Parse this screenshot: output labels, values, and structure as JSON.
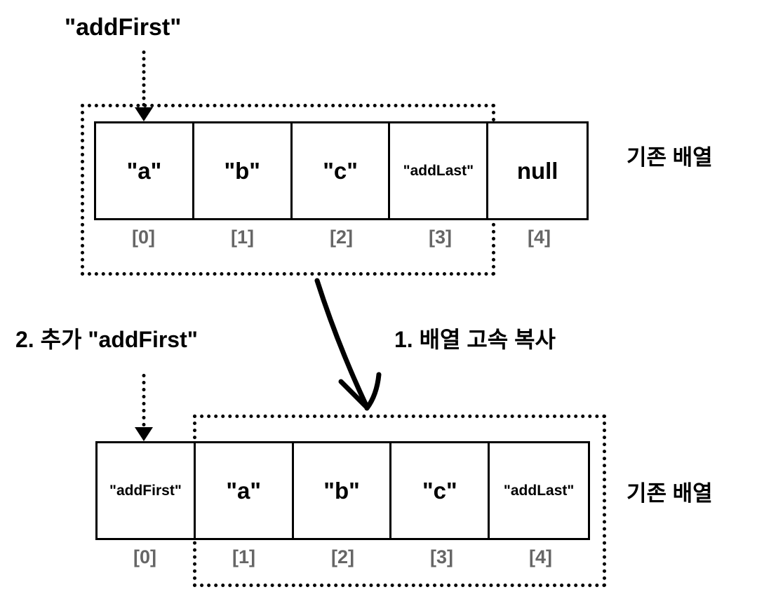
{
  "diagram": {
    "title_caption": "\"addFirst\"",
    "step_labels": {
      "step1": "1. 배열 고속 복사",
      "step2": "2. 추가 \"addFirst\""
    },
    "side_labels": {
      "top_array": "기존 배열",
      "bottom_array": "기존 배열"
    },
    "colors": {
      "stroke": "#000000",
      "index_text": "#666666",
      "background": "#ffffff"
    },
    "top_array": {
      "cells": [
        {
          "value": "\"a\"",
          "size": "big"
        },
        {
          "value": "\"b\"",
          "size": "big"
        },
        {
          "value": "\"c\"",
          "size": "big"
        },
        {
          "value": "\"addLast\"",
          "size": "small"
        },
        {
          "value": "null",
          "size": "big"
        }
      ],
      "indices": [
        "[0]",
        "[1]",
        "[2]",
        "[3]",
        "[4]"
      ]
    },
    "bottom_array": {
      "cells": [
        {
          "value": "\"addFirst\"",
          "size": "small"
        },
        {
          "value": "\"a\"",
          "size": "big"
        },
        {
          "value": "\"b\"",
          "size": "big"
        },
        {
          "value": "\"c\"",
          "size": "big"
        },
        {
          "value": "\"addLast\"",
          "size": "small"
        }
      ],
      "indices": [
        "[0]",
        "[1]",
        "[2]",
        "[3]",
        "[4]"
      ]
    },
    "annotations": {
      "top_pointer_target_index": "[0]",
      "bottom_pointer_target_index": "[0]",
      "top_highlight_range": "[0]-[3]",
      "bottom_highlight_range": "[1]-[4]",
      "copy_arrow": "1. 배열 고속 복사"
    }
  }
}
